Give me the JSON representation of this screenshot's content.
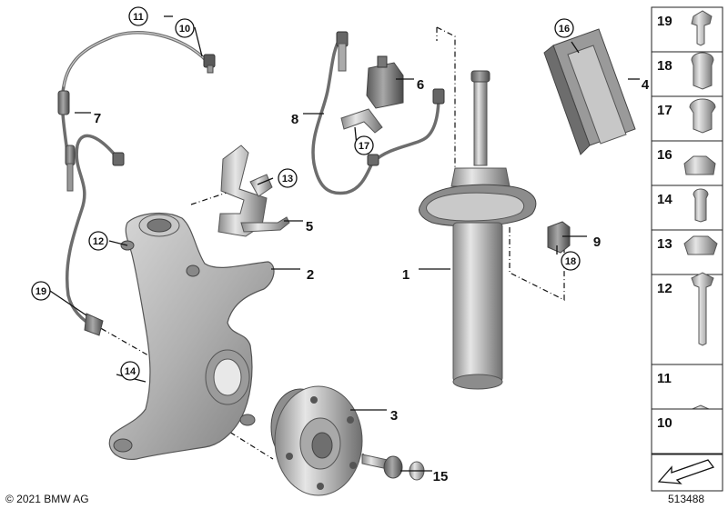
{
  "diagram": {
    "parts": [
      {
        "id": "p1",
        "label": "1",
        "circled": false
      },
      {
        "id": "p2",
        "label": "2",
        "circled": false
      },
      {
        "id": "p3",
        "label": "3",
        "circled": false
      },
      {
        "id": "p4",
        "label": "4",
        "circled": false
      },
      {
        "id": "p5",
        "label": "5",
        "circled": false
      },
      {
        "id": "p6",
        "label": "6",
        "circled": false
      },
      {
        "id": "p7",
        "label": "7",
        "circled": false
      },
      {
        "id": "p8",
        "label": "8",
        "circled": false
      },
      {
        "id": "p9",
        "label": "9",
        "circled": false
      },
      {
        "id": "p10",
        "label": "10",
        "circled": true
      },
      {
        "id": "p11",
        "label": "11",
        "circled": true
      },
      {
        "id": "p12",
        "label": "12",
        "circled": true
      },
      {
        "id": "p13",
        "label": "13",
        "circled": true
      },
      {
        "id": "p14",
        "label": "14",
        "circled": true
      },
      {
        "id": "p15",
        "label": "15",
        "circled": false
      },
      {
        "id": "p16",
        "label": "16",
        "circled": true
      },
      {
        "id": "p17",
        "label": "17",
        "circled": true
      },
      {
        "id": "p18",
        "label": "18",
        "circled": true
      },
      {
        "id": "p19",
        "label": "19",
        "circled": true
      }
    ],
    "sidebar": [
      "19",
      "18",
      "17",
      "16",
      "14",
      "13",
      "12",
      "11",
      "10"
    ],
    "copyright": "© 2021 BMW AG",
    "diagram_number": "513488"
  }
}
